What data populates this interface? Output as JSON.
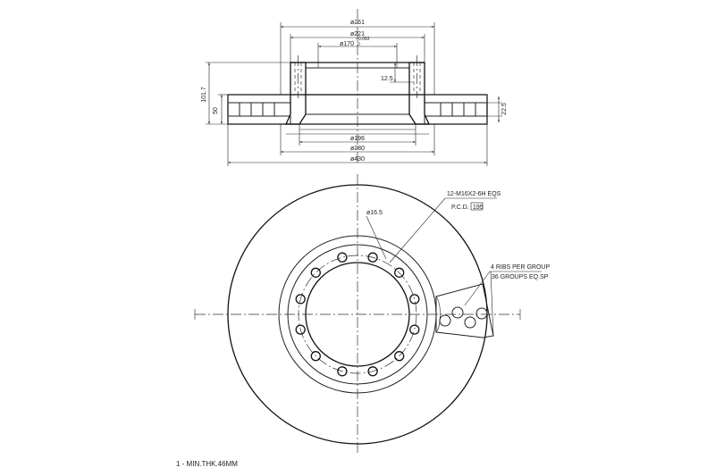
{
  "side_view": {
    "dim_outer_hat": "ø261",
    "dim_hat_inner": "ø221",
    "dim_pilot": "ø170",
    "dim_pilot_tol_upper": "+0.063",
    "dim_pilot_tol_lower": "0",
    "dim_thread_depth": "12.5",
    "dim_height_total": "101.7",
    "dim_height_disc": "50",
    "dim_rib_width": "22.5",
    "dim_bore_196": "ø196",
    "dim_bore_280": "ø280",
    "dim_outer": "ø430"
  },
  "front_view": {
    "bolt_count": 12,
    "hole_dia": "ø16.5",
    "thread_spec": "12-M16X2-6H EQS",
    "pcd_label": "P.C.D.",
    "pcd_value": "195",
    "ribs_line1": "4 RIBS PER GROUP",
    "ribs_line2": "36 GROUPS EQ.SP"
  },
  "notes": {
    "note1": "1 - MIN.THK.46MM"
  }
}
